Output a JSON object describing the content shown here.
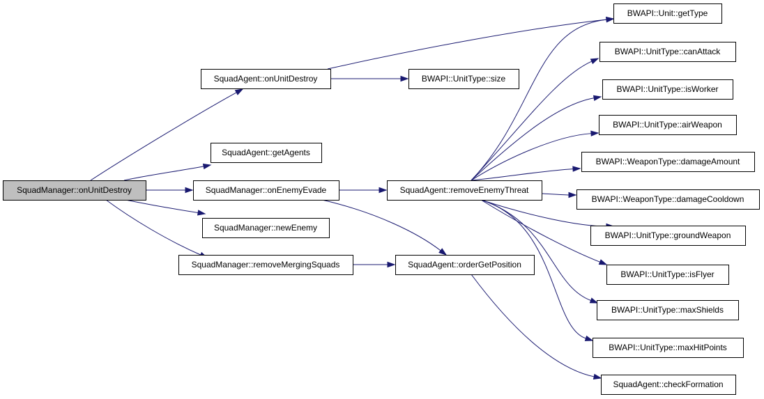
{
  "nodes": {
    "root": "SquadManager::onUnitDestroy",
    "sa_onUnitDestroy": "SquadAgent::onUnitDestroy",
    "sa_getAgents": "SquadAgent::getAgents",
    "sm_onEnemyEvade": "SquadManager::onEnemyEvade",
    "sm_newEnemy": "SquadManager::newEnemy",
    "sm_removeMergingSquads": "SquadManager::removeMergingSquads",
    "ut_size": "BWAPI::UnitType::size",
    "sa_removeEnemyThreat": "SquadAgent::removeEnemyThreat",
    "sa_orderGetPosition": "SquadAgent::orderGetPosition",
    "unit_getType": "BWAPI::Unit::getType",
    "ut_canAttack": "BWAPI::UnitType::canAttack",
    "ut_isWorker": "BWAPI::UnitType::isWorker",
    "ut_airWeapon": "BWAPI::UnitType::airWeapon",
    "wt_damageAmount": "BWAPI::WeaponType::damageAmount",
    "wt_damageCooldown": "BWAPI::WeaponType::damageCooldown",
    "ut_groundWeapon": "BWAPI::UnitType::groundWeapon",
    "ut_isFlyer": "BWAPI::UnitType::isFlyer",
    "ut_maxShields": "BWAPI::UnitType::maxShields",
    "ut_maxHitPoints": "BWAPI::UnitType::maxHitPoints",
    "sa_checkFormation": "SquadAgent::checkFormation"
  },
  "edges": [
    [
      "root",
      "sa_onUnitDestroy"
    ],
    [
      "root",
      "sa_getAgents"
    ],
    [
      "root",
      "sm_onEnemyEvade"
    ],
    [
      "root",
      "sm_newEnemy"
    ],
    [
      "root",
      "sm_removeMergingSquads"
    ],
    [
      "sa_onUnitDestroy",
      "unit_getType"
    ],
    [
      "sa_onUnitDestroy",
      "ut_size"
    ],
    [
      "sm_onEnemyEvade",
      "sa_removeEnemyThreat"
    ],
    [
      "sm_onEnemyEvade",
      "sa_orderGetPosition"
    ],
    [
      "sm_removeMergingSquads",
      "sa_orderGetPosition"
    ],
    [
      "sa_removeEnemyThreat",
      "unit_getType"
    ],
    [
      "sa_removeEnemyThreat",
      "ut_canAttack"
    ],
    [
      "sa_removeEnemyThreat",
      "ut_isWorker"
    ],
    [
      "sa_removeEnemyThreat",
      "ut_airWeapon"
    ],
    [
      "sa_removeEnemyThreat",
      "wt_damageAmount"
    ],
    [
      "sa_removeEnemyThreat",
      "wt_damageCooldown"
    ],
    [
      "sa_removeEnemyThreat",
      "ut_groundWeapon"
    ],
    [
      "sa_removeEnemyThreat",
      "ut_isFlyer"
    ],
    [
      "sa_removeEnemyThreat",
      "ut_maxShields"
    ],
    [
      "sa_removeEnemyThreat",
      "ut_maxHitPoints"
    ],
    [
      "sa_orderGetPosition",
      "sa_checkFormation"
    ]
  ],
  "colors": {
    "edge": "#191970",
    "node_fill": "#ffffff",
    "root_fill": "#bfbfbf",
    "node_border": "#000000"
  }
}
